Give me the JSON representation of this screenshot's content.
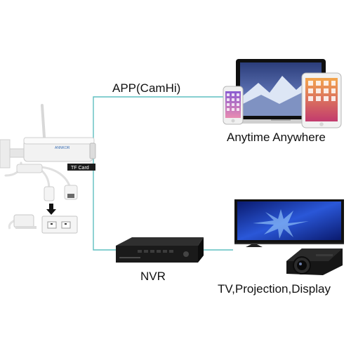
{
  "labels": {
    "app": "APP(CamHi)",
    "anytime": "Anytime Anywhere",
    "nvr": "NVR",
    "tv": "TV,Projection,Display"
  },
  "camera": {
    "brand": "ANNKOR",
    "card_label": "TF Card"
  },
  "colors": {
    "connector_line": "#5fbfc0",
    "device_dark": "#1a1a1a",
    "camera_white": "#f2f2f2"
  }
}
